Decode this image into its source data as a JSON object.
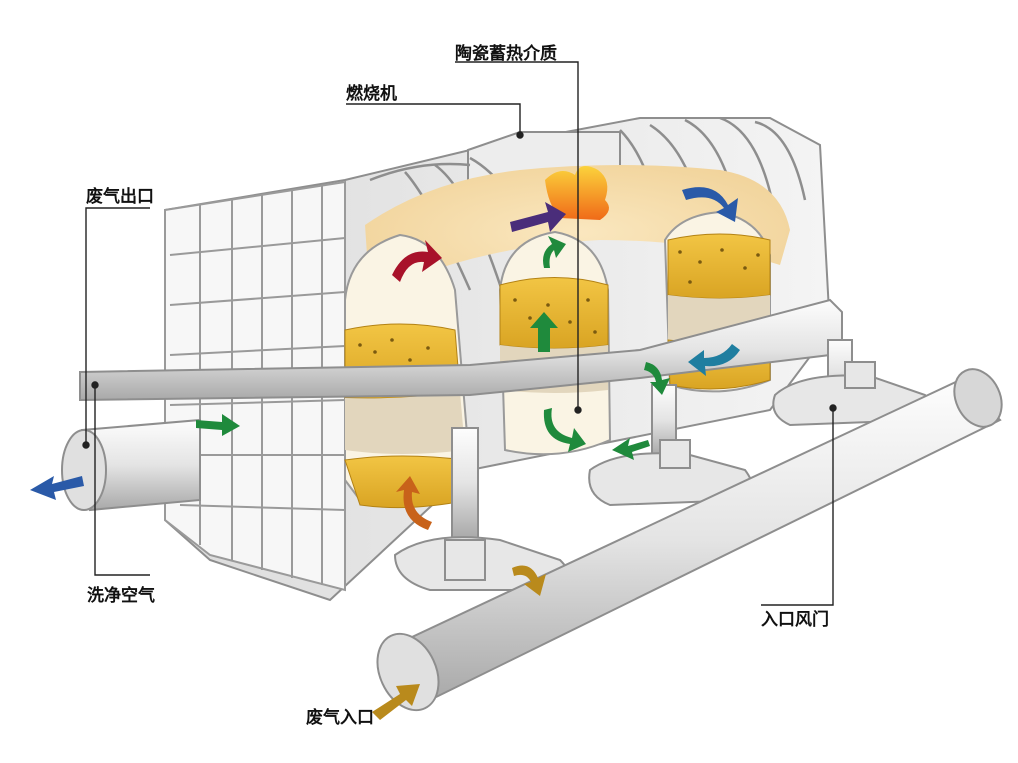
{
  "labels": {
    "ceramic_media": "陶瓷蓄热介质",
    "burner": "燃烧机",
    "exhaust_outlet": "废气出口",
    "clean_air": "洗净空气",
    "inlet_damper": "入口风门",
    "exhaust_inlet": "废气入口"
  },
  "colors": {
    "shell": "#eeeeee",
    "shell_stroke": "#9a9a9a",
    "ceramic_media": "#e8b52a",
    "bed_lower": "#e2d6bd",
    "combustion_glow": "#f6dcac",
    "arrow_green": "#1f8a3c",
    "arrow_blue": "#2a5aa8",
    "arrow_teal": "#1f7ea0",
    "arrow_purple": "#4a2d7a",
    "arrow_red": "#a8122a",
    "arrow_orange": "#c8621a",
    "arrow_gold": "#b98a1c",
    "flame": "#f07820"
  }
}
